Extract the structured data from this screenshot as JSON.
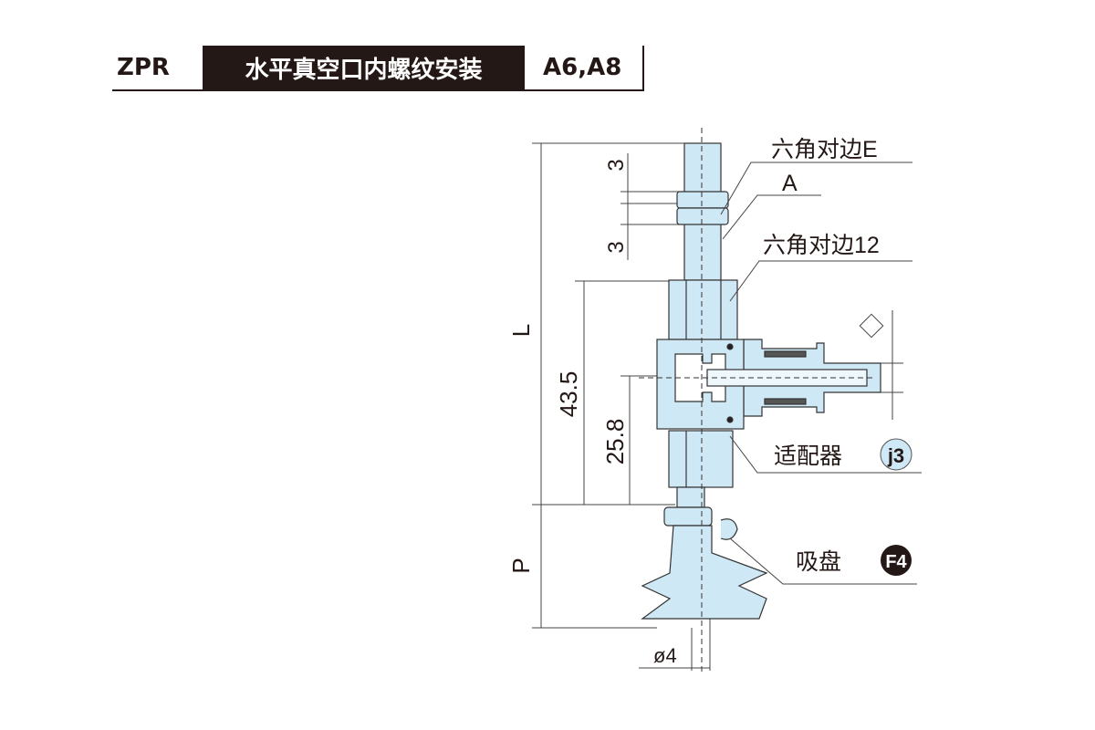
{
  "header": {
    "series_code": "ZPR",
    "title": "水平真空口内螺纹安装",
    "models": "A6,A8"
  },
  "drawing": {
    "labels": {
      "hex_e": "六角对边E",
      "a": "A",
      "hex_12": "六角对边12",
      "adapter": "适配器",
      "adapter_badge": "j3",
      "pad": "吸盘",
      "pad_badge": "F4"
    },
    "dimensions": {
      "l": "L",
      "p": "P",
      "d_43_5": "43.5",
      "d_25_8": "25.8",
      "thread_top": "3",
      "thread_bottom": "3",
      "diameter": "ø4"
    },
    "colors": {
      "part_fill": "#cfe8f5",
      "line": "#231815"
    }
  }
}
